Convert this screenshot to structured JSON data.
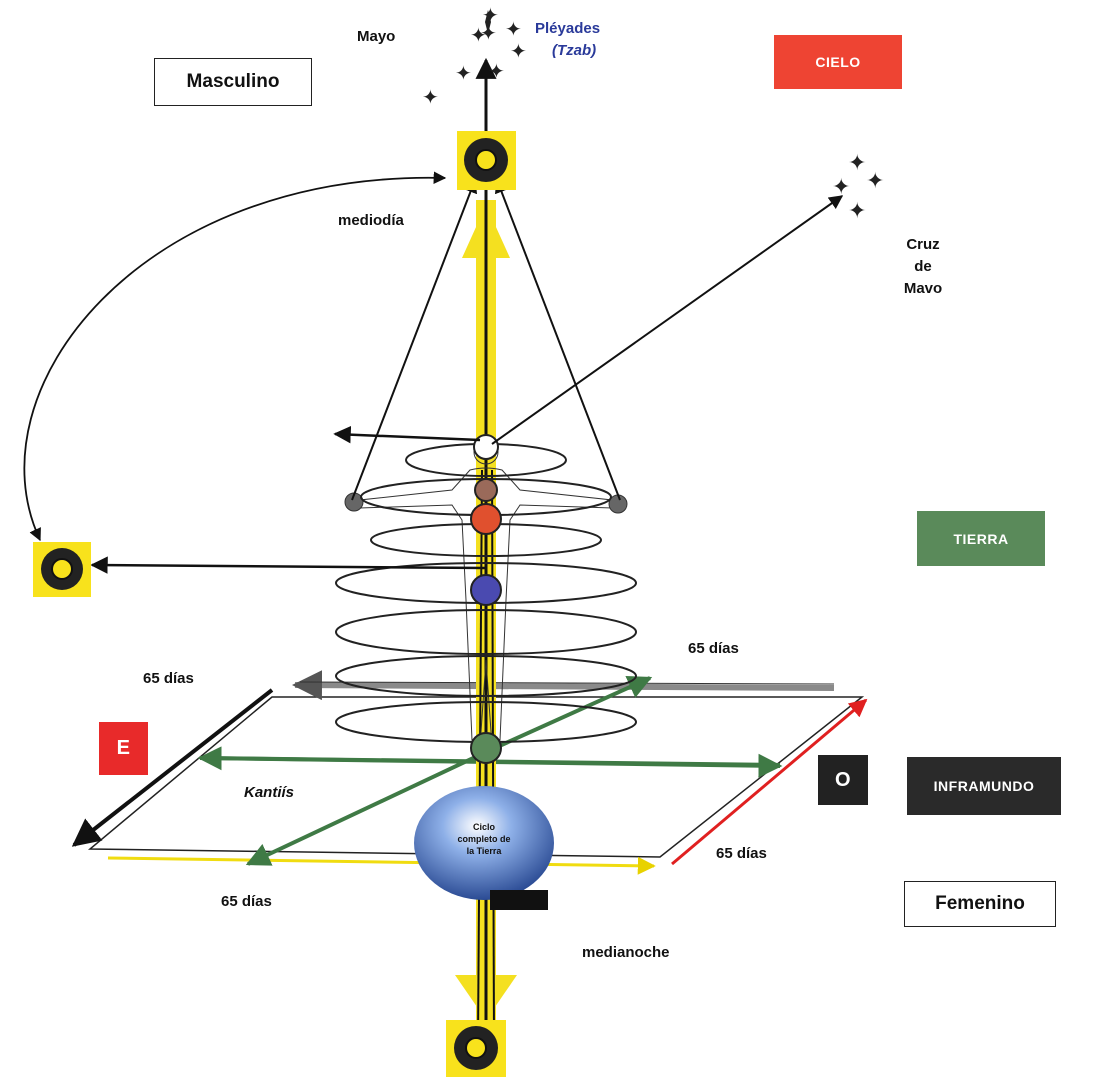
{
  "labels": {
    "mayo": "Mayo",
    "pleyades_name": "Pléyades",
    "pleyades_sub": "(Tzab)",
    "masculino": "Masculino",
    "cielo": "CIELO",
    "mediodia": "mediodía",
    "cruz_line1": "Cruz",
    "cruz_line2": "de",
    "cruz_line3": "Mavo",
    "tierra": "TIERRA",
    "dias_65_right": "65 días",
    "dias_65_left": "65 días",
    "dias_65_bottom_left": "65 días",
    "dias_65_bottom_right": "65 días",
    "este": "E",
    "oeste": "O",
    "kantiis": "Kantiís",
    "inframundo": "INFRAMUNDO",
    "femenino": "Femenino",
    "medianoche": "medianoche",
    "orb_line1": "Ciclo",
    "orb_line2": "completo de",
    "orb_line3": "la Tierra"
  },
  "colors": {
    "cielo": "#ee4433",
    "tierra": "#5a8a5a",
    "inframundo": "#2a2a2a",
    "este": "#e82a2a",
    "oeste": "#222222",
    "axis_yellow": "#f4e020",
    "sun_bg": "#f8e21c",
    "pleyades_text": "#2a3a9a",
    "green_arrow": "#3f7a45",
    "red_arrow": "#e02020",
    "gray_arrow": "#8a8a8a",
    "orb": "#3d68c0"
  },
  "icons": [
    "sun-icon-top",
    "sun-icon-left",
    "sun-icon-bottom",
    "star-icon",
    "chakra-circle-icon"
  ]
}
